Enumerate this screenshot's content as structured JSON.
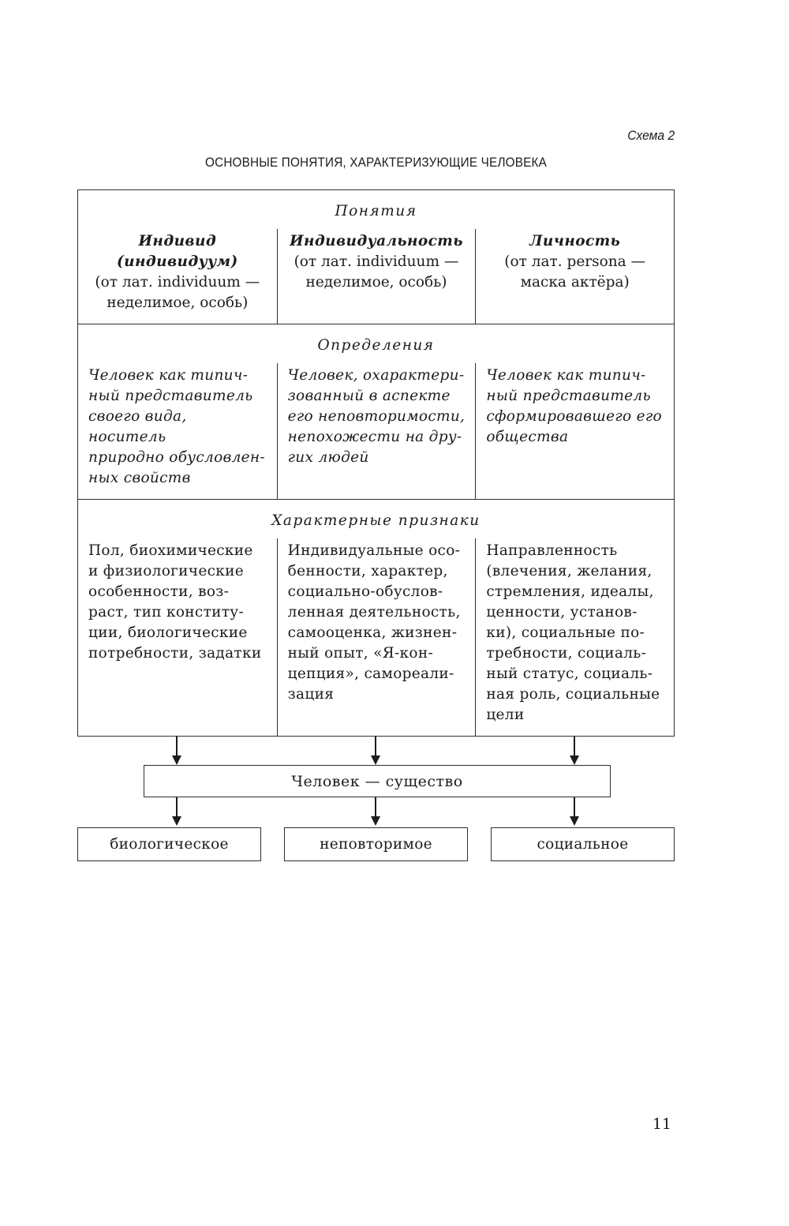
{
  "page": {
    "schema_label": "Схема 2",
    "title": "ОСНОВНЫЕ ПОНЯТИЯ, ХАРАКТЕРИЗУЮЩИЕ ЧЕЛОВЕКА",
    "page_number": "11",
    "ink_color": "#1c1c1c",
    "background_color": "#ffffff"
  },
  "table": {
    "sections": [
      {
        "title": "Понятия",
        "cells": [
          {
            "term": [
              "Индивид",
              "(индивидуум)"
            ],
            "origin": [
              "(от лат. individuum —",
              "неделимое, особь)"
            ]
          },
          {
            "term": [
              "Индивидуальность"
            ],
            "origin": [
              "(от лат. individuum —",
              "неделимое, особь)"
            ]
          },
          {
            "term": [
              "Личность"
            ],
            "origin": [
              "(от лат. persona —",
              "маска актёра)"
            ]
          }
        ]
      },
      {
        "title": "Определения",
        "cells": [
          {
            "text": [
              "Человек как типич-",
              "ный представитель",
              "своего вида, носитель",
              "природно обусловлен-",
              "ных свойств"
            ]
          },
          {
            "text": [
              "Человек, охарактери-",
              "зованный в аспекте",
              "его неповторимости,",
              "непохожести на дру-",
              "гих людей"
            ]
          },
          {
            "text": [
              "Человек как типич-",
              "ный представитель",
              "сформировавшего его",
              "общества"
            ]
          }
        ]
      },
      {
        "title": "Характерные признаки",
        "cells": [
          {
            "text": [
              "Пол, биохимические",
              "и физиологические",
              "особенности, воз-",
              "раст, тип конститу-",
              "ции, биологические",
              "потребности, задатки"
            ]
          },
          {
            "text": [
              "Индивидуальные осо-",
              "бенности, характер,",
              "социально-обуслов-",
              "ленная деятельность,",
              "самооценка, жизнен-",
              "ный опыт, «Я-кон-",
              "цепция», самореали-",
              "зация"
            ]
          },
          {
            "text": [
              "Направленность",
              "(влечения, желания,",
              "стремления, идеалы,",
              "ценности, установ-",
              "ки), социальные по-",
              "требности, социаль-",
              "ный статус, социаль-",
              "ная роль, социальные",
              "цели"
            ]
          }
        ]
      }
    ]
  },
  "flow": {
    "main_box": "Человек — существо",
    "leaf_boxes": [
      "биологическое",
      "неповторимое",
      "социальное"
    ]
  }
}
